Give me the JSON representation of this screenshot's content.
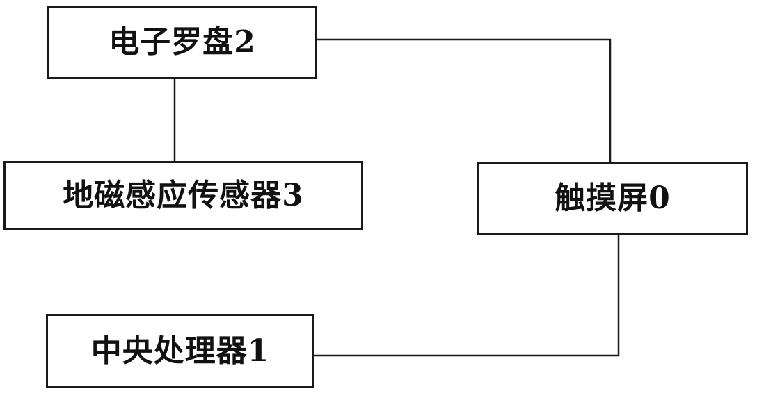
{
  "nodes": {
    "compass": {
      "label": "电子罗盘2"
    },
    "sensor": {
      "label": "地磁感应传感器3"
    },
    "touch_screen": {
      "label": "触摸屏0"
    },
    "cpu": {
      "label": "中央处理器1"
    }
  },
  "edges": [
    {
      "from": "compass",
      "to": "sensor"
    },
    {
      "from": "compass",
      "to": "touch_screen"
    },
    {
      "from": "touch_screen",
      "to": "cpu"
    }
  ]
}
